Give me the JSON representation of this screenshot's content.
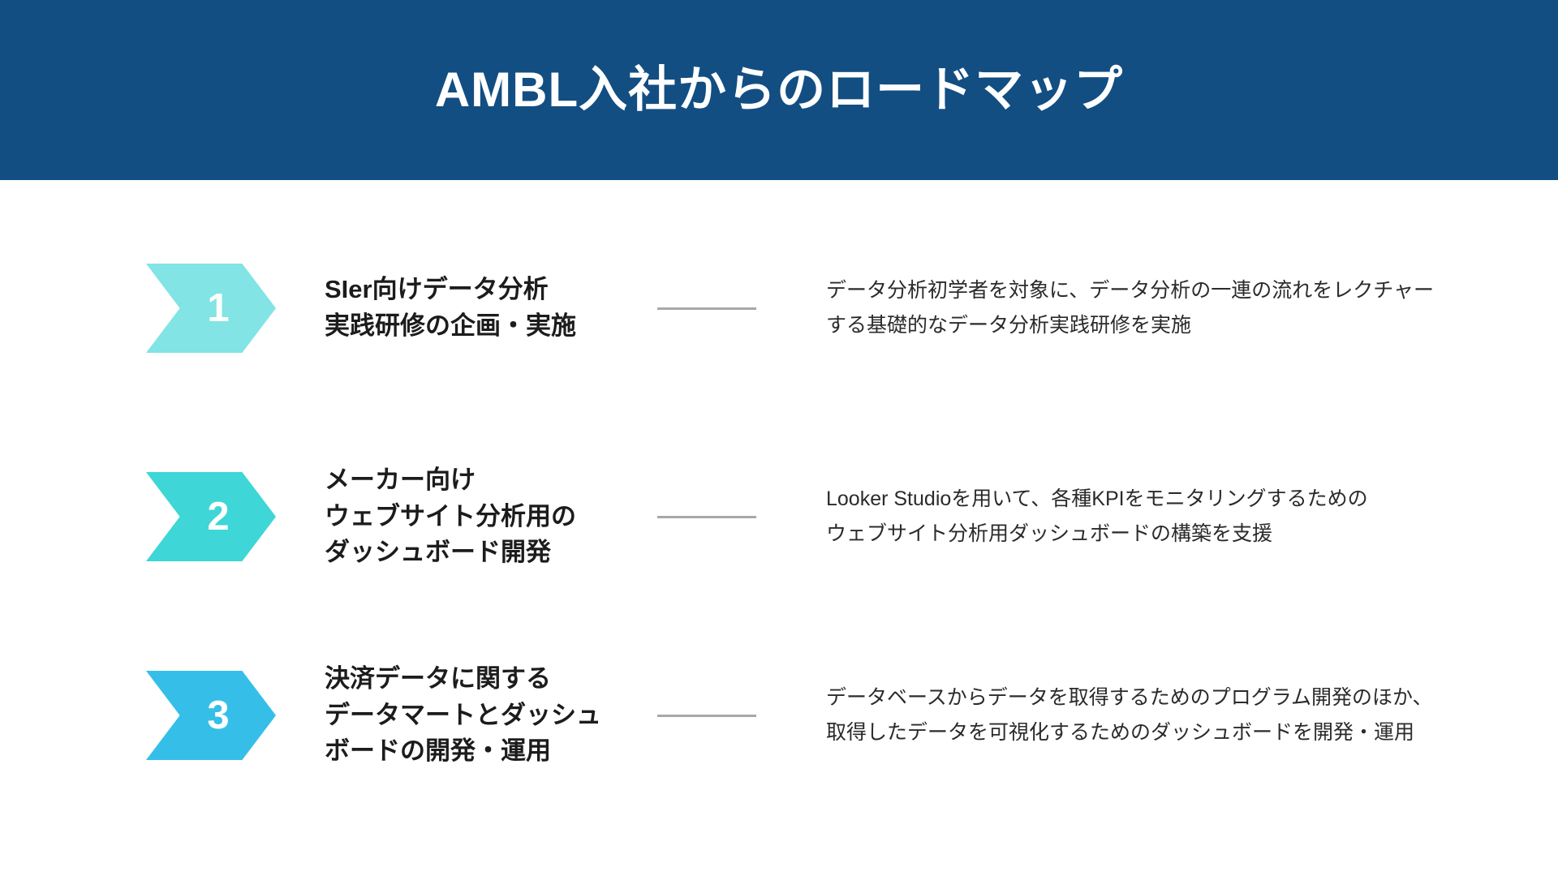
{
  "header": {
    "title": "AMBL入社からのロードマップ",
    "background_color": "#124e82",
    "text_color": "#ffffff"
  },
  "roadmap": {
    "steps": [
      {
        "number": "1",
        "badge_color": "#82e4e4",
        "title_lines": [
          "SIer向けデータ分析",
          "実践研修の企画・実施"
        ],
        "description_lines": [
          "データ分析初学者を対象に、データ分析の一連の流れをレクチャー",
          "する基礎的なデータ分析実践研修を実施"
        ]
      },
      {
        "number": "2",
        "badge_color": "#3ed6d6",
        "title_lines": [
          "メーカー向け",
          "ウェブサイト分析用の",
          "ダッシュボード開発"
        ],
        "description_lines": [
          "Looker Studioを用いて、各種KPIをモニタリングするための",
          "ウェブサイト分析用ダッシュボードの構築を支援"
        ]
      },
      {
        "number": "3",
        "badge_color": "#35bfe8",
        "title_lines": [
          "決済データに関する",
          "データマートとダッシュ",
          "ボードの開発・運用"
        ],
        "description_lines": [
          "データベースからデータを取得するためのプログラム開発のほか、",
          "取得したデータを可視化するためのダッシュボードを開発・運用"
        ]
      }
    ],
    "connector_color": "#a8a8a8",
    "title_color": "#1c1c1c",
    "description_color": "#2b2b2b"
  }
}
